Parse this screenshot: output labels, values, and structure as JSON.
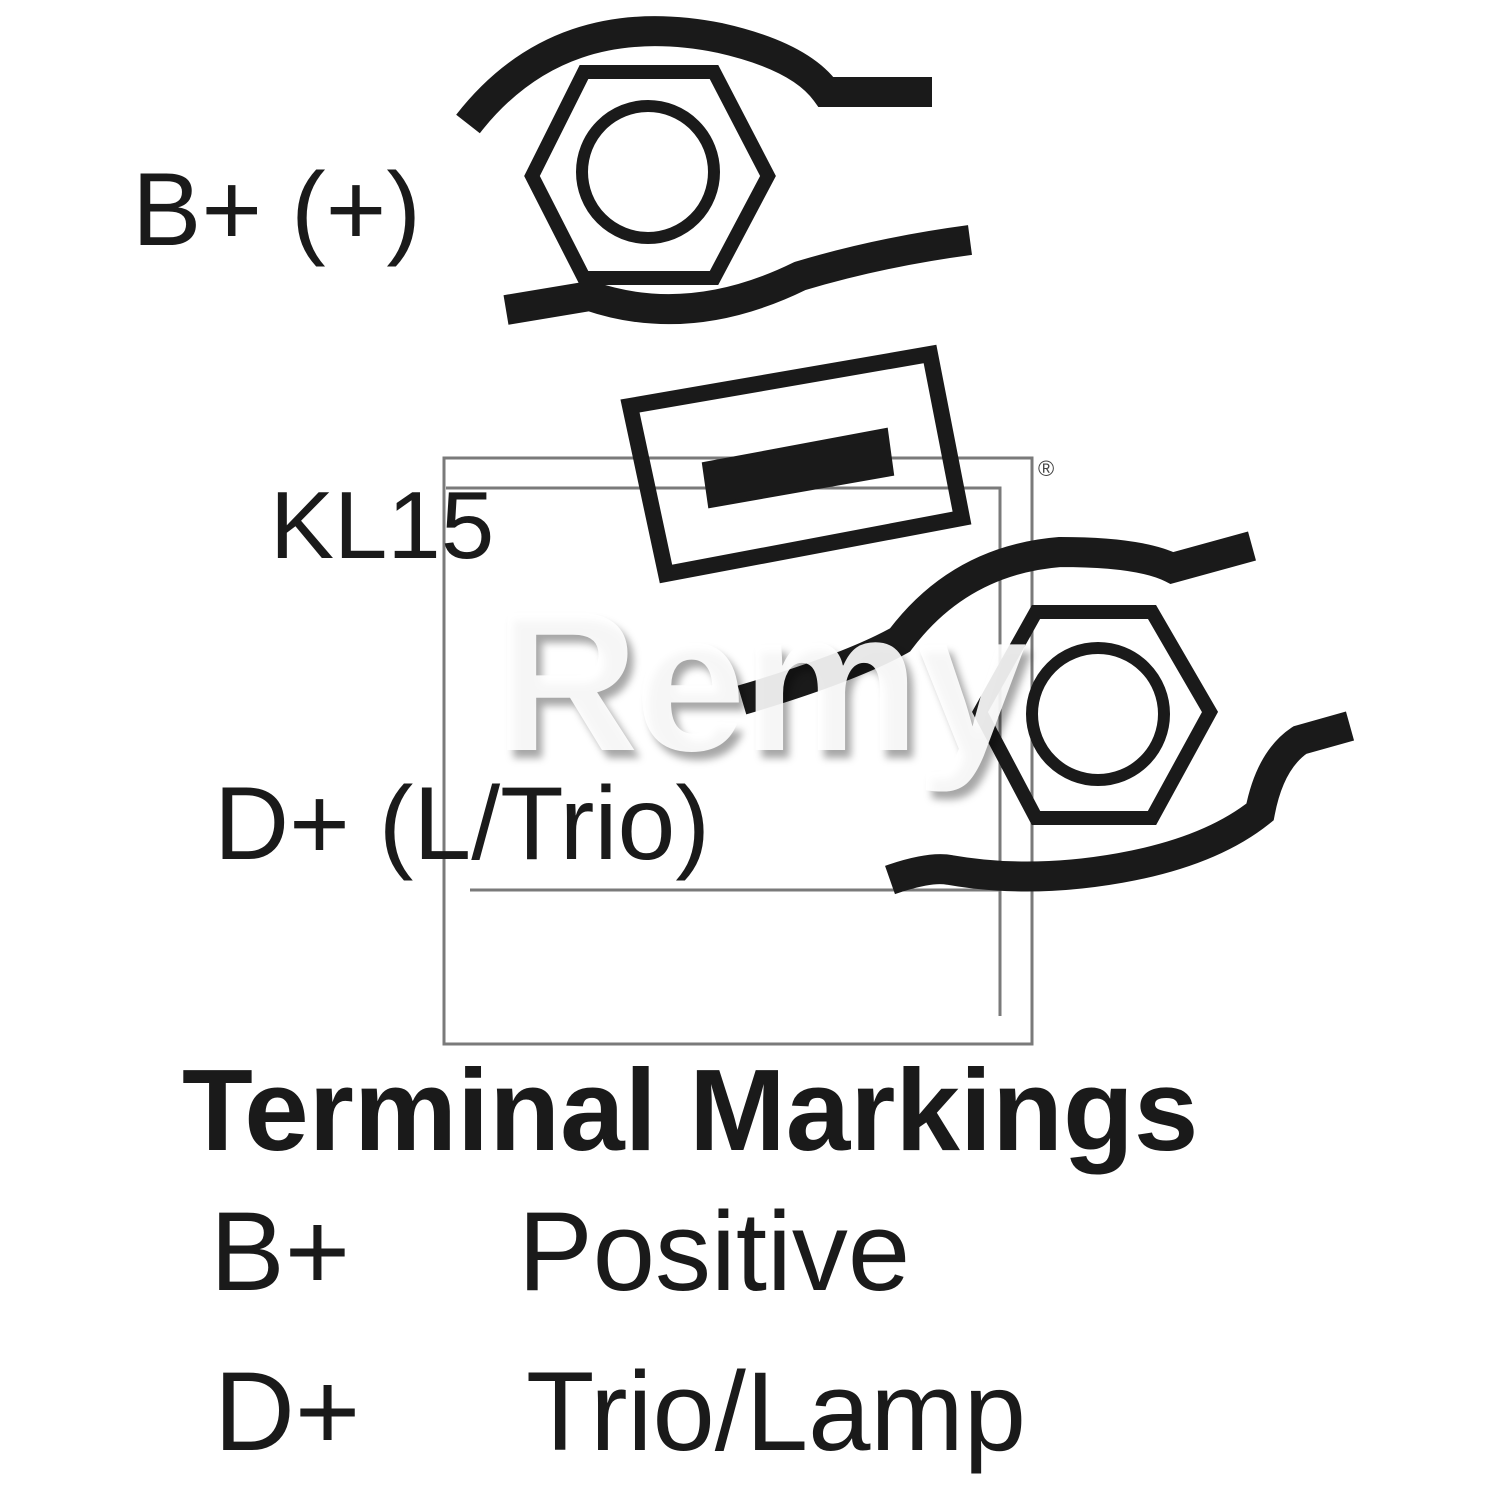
{
  "labels": {
    "b_plus": "B+ (+)",
    "kl15": "KL15",
    "d_plus": "D+ (L/Trio)"
  },
  "legend": {
    "heading": "Terminal Markings",
    "rows": [
      {
        "key": "B+",
        "value": "Positive"
      },
      {
        "key": "D+",
        "value": "Trio/Lamp"
      }
    ]
  },
  "watermark": {
    "brand": "Remy",
    "registered_mark": "®"
  },
  "colors": {
    "ink": "#1a1a1a",
    "background": "#ffffff",
    "watermark_outline": "#7a7a7a"
  }
}
